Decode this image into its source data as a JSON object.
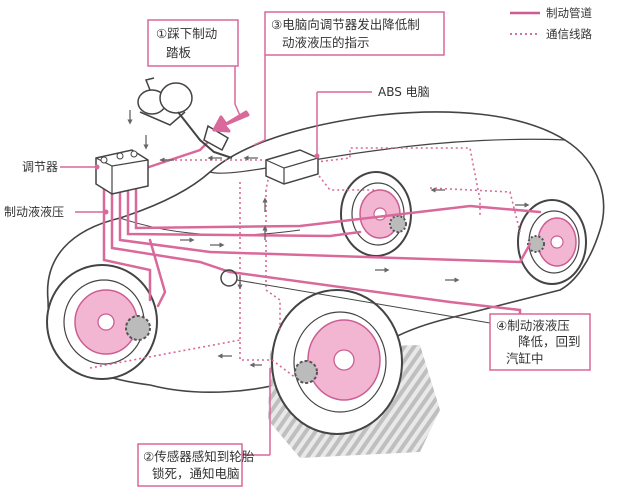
{
  "colors": {
    "accent": "#d9699a",
    "wheel_fill": "#f2b6d2",
    "outline": "#444444",
    "gear": "#555555",
    "ground": "#d7d7d7",
    "legend_line": "#cc5d93"
  },
  "legend": {
    "brake_pipe": "制动管道",
    "signal_line": "通信线路"
  },
  "callouts": {
    "step1": [
      "①踩下制动",
      "踏板"
    ],
    "step2": [
      "②传感器感知到轮胎",
      "锁死，通知电脑"
    ],
    "step3": [
      "③电脑向调节器发出降低制",
      "动液液压的指示"
    ],
    "step4": [
      "④制动液液压",
      "降低，回到",
      "汽缸中"
    ]
  },
  "labels": {
    "abs_computer": "ABS 电脑",
    "regulator": "调节器",
    "brake_fluid_pressure": "制动液液压"
  },
  "icons": {
    "pedal": "brake-pedal-icon",
    "regulator": "regulator-unit-icon",
    "computer": "abs-computer-box-icon",
    "wheel": "brake-disc-wheel-icon",
    "arrow": "pink-arrow-icon"
  }
}
